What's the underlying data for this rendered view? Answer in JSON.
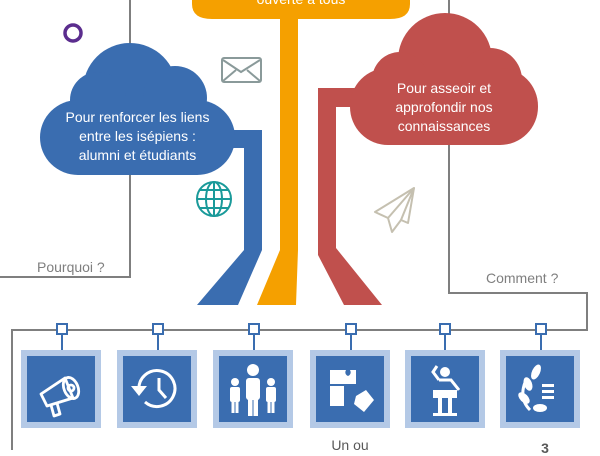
{
  "diagram": {
    "top_cloud": {
      "text": "ouverte à tous",
      "color": "#f5a000"
    },
    "left_cloud": {
      "lines": [
        "Pour renforcer les liens",
        "entre les isépiens :",
        "alumni et étudiants"
      ],
      "color": "#3a6db0"
    },
    "right_cloud": {
      "lines": [
        "Pour asseoir et",
        "approfondir nos",
        "connaissances"
      ],
      "color": "#c0504d"
    },
    "labels": {
      "why": "Pourquoi ?",
      "how": "Comment ?"
    },
    "decor_icons": [
      "circle-icon",
      "envelope-icon",
      "globe-icon",
      "paper-plane-icon"
    ],
    "colors": {
      "line": "#7f7f7f",
      "tile_border": "#b4c9e6",
      "tile_fill": "#3a6db0",
      "purple": "#5b2d8e",
      "teal": "#1a9a9a"
    },
    "tiles": [
      {
        "icon": "megaphone-icon",
        "caption": ""
      },
      {
        "icon": "history-clock-icon",
        "caption": ""
      },
      {
        "icon": "group-people-icon",
        "caption": ""
      },
      {
        "icon": "puzzle-icon",
        "caption": "Un ou"
      },
      {
        "icon": "speaker-podium-icon",
        "caption": ""
      },
      {
        "icon": "laurel-icon",
        "caption": "3"
      }
    ]
  }
}
